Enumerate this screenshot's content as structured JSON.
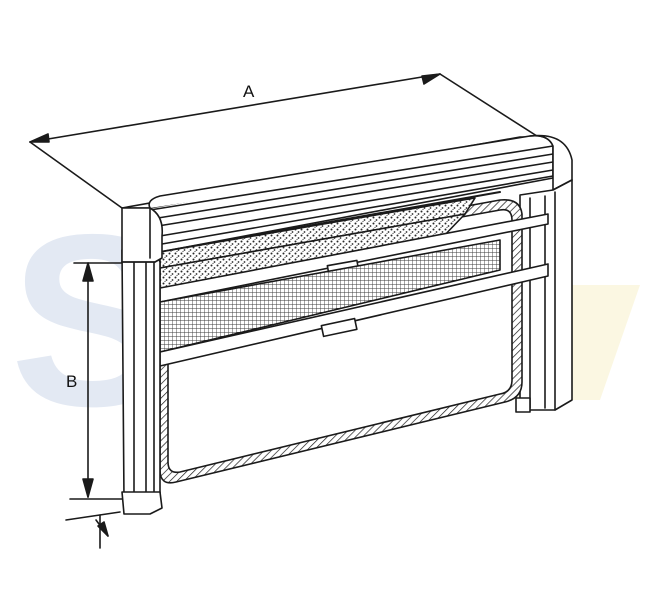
{
  "dimensions": {
    "width_label": "A",
    "height_label": "B"
  },
  "watermark": {
    "text": "SHF",
    "colors": [
      "#dfe6f1",
      "#fbf6dc"
    ]
  },
  "colors": {
    "line": "#1a1a1a",
    "mesh": "#4a4a4a",
    "paper": "#ffffff"
  }
}
